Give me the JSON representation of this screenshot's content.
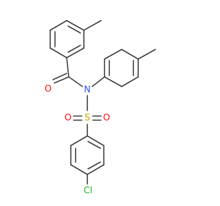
{
  "molecule": {
    "atoms": {
      "oxygen_carbonyl": {
        "label": "O",
        "color": "#ff0d0d"
      },
      "nitrogen": {
        "label": "N",
        "color": "#3050f8"
      },
      "sulfur": {
        "label": "S",
        "color": "#c8a000"
      },
      "oxygen_sulfonyl_left": {
        "label": "O",
        "color": "#ff0d0d"
      },
      "oxygen_sulfonyl_right": {
        "label": "O",
        "color": "#ff0d0d"
      },
      "chlorine": {
        "label": "Cl",
        "color": "#1fb51f"
      }
    },
    "bond_color": "#3c3c3c"
  }
}
